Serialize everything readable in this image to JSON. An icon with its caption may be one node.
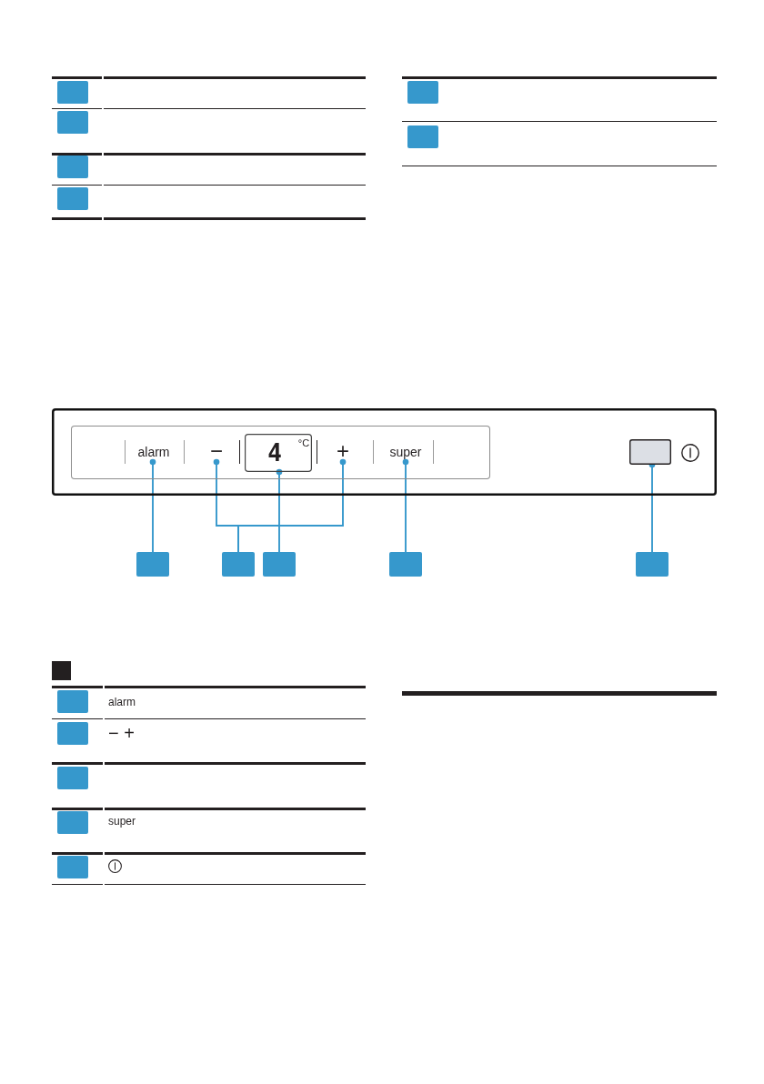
{
  "diagram": {
    "nodes": [
      {
        "text": [],
        "shape": "box"
      },
      {
        "text": [],
        "shape": "box",
        "in": 0
      },
      {
        "text": [
          "alarm"
        ],
        "in": 1
      },
      {
        "text": [
          "−"
        ],
        "in": 1
      },
      {
        "text": [
          "4",
          "°C"
        ],
        "in": 1
      },
      {
        "text": [
          "+"
        ],
        "in": 1
      },
      {
        "text": [
          "super"
        ],
        "in": 1
      },
      {
        "text": [],
        "shape": "box",
        "in": 0
      },
      {
        "text": [],
        "shape": "box"
      },
      {
        "text": [],
        "shape": "box"
      },
      {
        "text": [],
        "shape": "box"
      },
      {
        "text": [],
        "shape": "box"
      },
      {
        "text": [],
        "shape": "box"
      }
    ],
    "edges": [
      {
        "from": 8,
        "to": 2,
        "arrow": "other"
      },
      {
        "from": 9,
        "to": 3,
        "arrow": "other"
      },
      {
        "from": 9,
        "to": 5,
        "arrow": "other"
      },
      {
        "from": 10,
        "to": 4,
        "arrow": "other"
      },
      {
        "from": 11,
        "to": 6,
        "arrow": "other"
      },
      {
        "from": 12,
        "to": 7,
        "arrow": "other"
      }
    ],
    "labels": [
      "alarm",
      "− +",
      "super"
    ]
  }
}
